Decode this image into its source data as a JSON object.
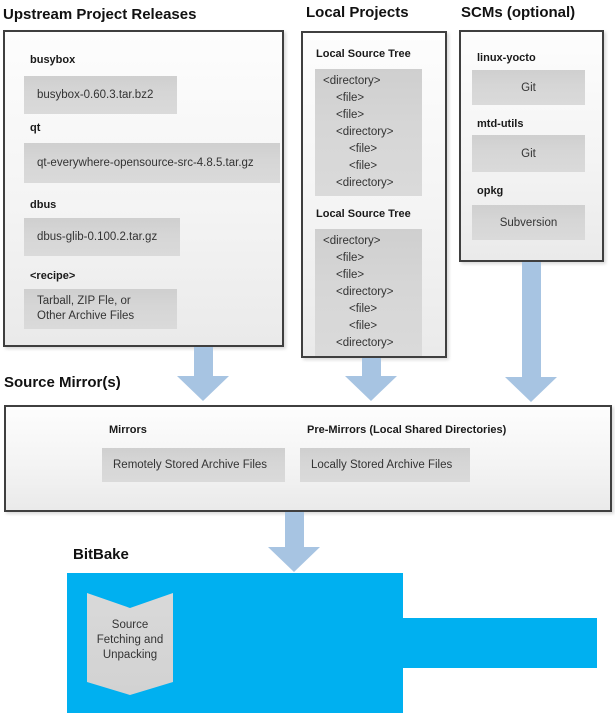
{
  "colors": {
    "arrow": "#a7c4e2",
    "bitbake_blue": "#00b0f0",
    "item_gray": "#d6d6d6",
    "box_border": "#3f3f3f"
  },
  "upstream": {
    "title": "Upstream Project Releases",
    "items": [
      {
        "label": "busybox",
        "value": "busybox-0.60.3.tar.bz2"
      },
      {
        "label": "qt",
        "value": "qt-everywhere-opensource-src-4.8.5.tar.gz"
      },
      {
        "label": "dbus",
        "value": "dbus-glib-0.100.2.tar.gz"
      },
      {
        "label": "<recipe>",
        "value": "Tarball, ZIP Fle, or\nOther Archive Files"
      }
    ]
  },
  "local_projects": {
    "title": "Local Projects",
    "sections": [
      {
        "label": "Local Source Tree"
      },
      {
        "label": "Local Source Tree"
      }
    ],
    "tree": [
      {
        "text": "<directory>",
        "indent": 0
      },
      {
        "text": "<file>",
        "indent": 1
      },
      {
        "text": "<file>",
        "indent": 1
      },
      {
        "text": "<directory>",
        "indent": 1
      },
      {
        "text": "<file>",
        "indent": 2
      },
      {
        "text": "<file>",
        "indent": 2
      },
      {
        "text": "<directory>",
        "indent": 1
      }
    ]
  },
  "scms": {
    "title": "SCMs (optional)",
    "items": [
      {
        "label": "linux-yocto",
        "value": "Git"
      },
      {
        "label": "mtd-utils",
        "value": "Git"
      },
      {
        "label": "opkg",
        "value": "Subversion"
      }
    ]
  },
  "source_mirrors": {
    "title": "Source Mirror(s)",
    "items": [
      {
        "label": "Mirrors",
        "value": "Remotely Stored Archive Files"
      },
      {
        "label": "Pre-Mirrors (Local Shared Directories)",
        "value": "Locally Stored Archive Files"
      }
    ]
  },
  "bitbake": {
    "title": "BitBake",
    "process": "Source\nFetching and\nUnpacking"
  }
}
